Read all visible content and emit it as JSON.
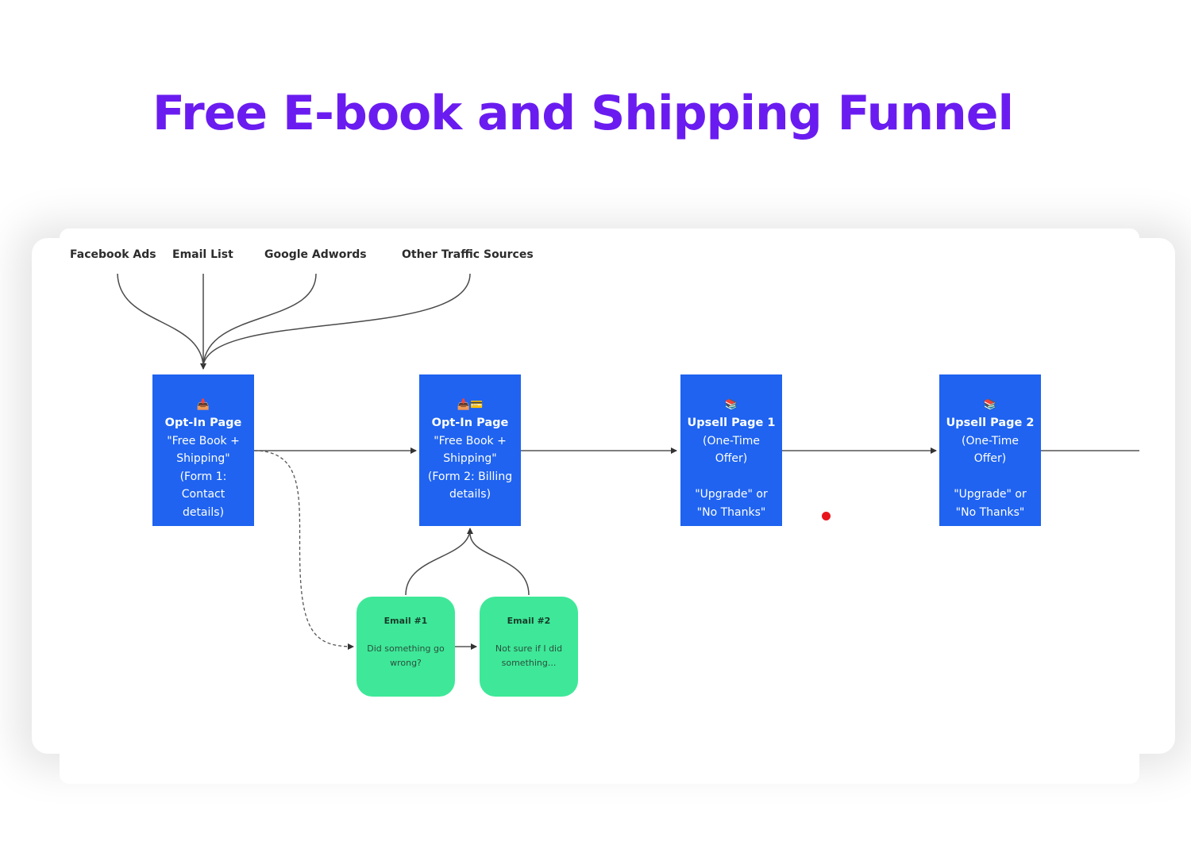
{
  "title": "Free E-book and Shipping Funnel",
  "colors": {
    "title": "#6a1cf0",
    "step_box": "#1f63f0",
    "email_box": "#3ee898",
    "marker": "#e8141c"
  },
  "sources": [
    {
      "label": "Facebook Ads"
    },
    {
      "label": "Email List"
    },
    {
      "label": "Google Adwords"
    },
    {
      "label": "Other Traffic Sources"
    }
  ],
  "steps": [
    {
      "icon": "mailbox-icon",
      "glyph": "📥",
      "name": "Opt-In Page",
      "desc": "\"Free Book +\nShipping\"\n(Form 1:\nContact\ndetails)"
    },
    {
      "icon": "mailbox-credit-card-icon",
      "glyph": "📥💳",
      "name": "Opt-In Page",
      "desc": "\"Free Book +\nShipping\"\n(Form 2: Billing\ndetails)"
    },
    {
      "icon": "books-icon",
      "glyph": "📚",
      "name": "Upsell Page 1",
      "desc": "(One-Time\nOffer)\n\n\"Upgrade\" or\n\"No Thanks\""
    },
    {
      "icon": "books-icon",
      "glyph": "📚",
      "name": "Upsell Page 2",
      "desc": "(One-Time\nOffer)\n\n\"Upgrade\" or\n\"No Thanks\""
    }
  ],
  "emails": [
    {
      "name": "Email #1",
      "desc": "Did something go wrong?"
    },
    {
      "name": "Email #2",
      "desc": "Not sure if I did something..."
    }
  ]
}
